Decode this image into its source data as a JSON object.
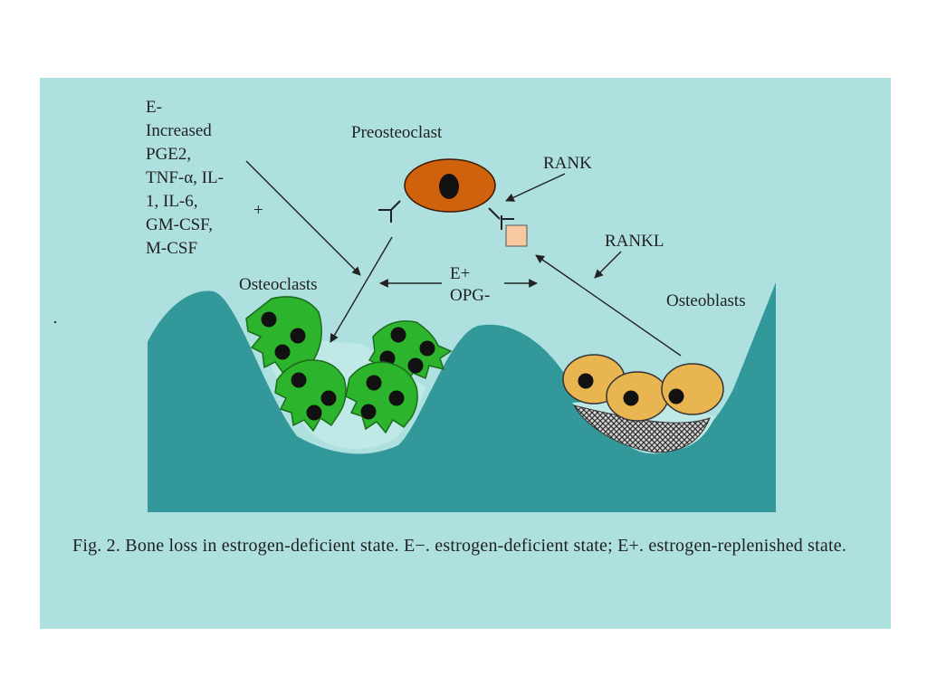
{
  "factors": [
    "E-",
    "Increased",
    "PGE2,",
    "TNF-α, IL-",
    "1, IL-6,",
    "GM-CSF,",
    "M-CSF"
  ],
  "plus_sign": "+",
  "labels": {
    "preosteoclast": "Preosteoclast",
    "rank": "RANK",
    "rankl": "RANKL",
    "osteoclasts": "Osteoclasts",
    "osteoblasts": "Osteoblasts",
    "e_plus": "E+",
    "opg_minus": "OPG-"
  },
  "caption": "Fig. 2. Bone loss in estrogen-deficient state. E−. estrogen-deficient state; E+. estrogen-replenished state.",
  "colors": {
    "panel_background": "#ade0df",
    "bone": "#33989a",
    "osteoclast": "#2cb52c",
    "preosteoclast": "#d0620e",
    "osteoblast": "#e9b551",
    "rankl_box": "#f8c9a0"
  }
}
